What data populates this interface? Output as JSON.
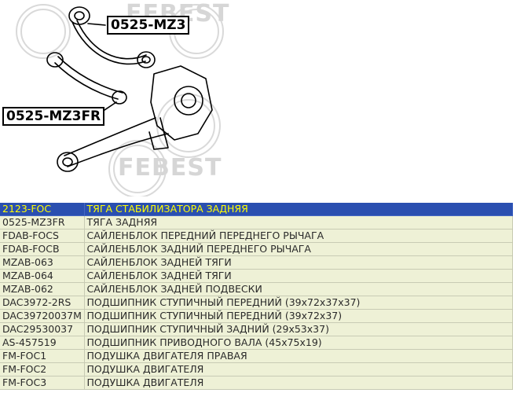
{
  "diagram": {
    "labels": {
      "main": "0525-MZ3",
      "front": "0525-MZ3FR"
    },
    "watermark_text": "FEBEST"
  },
  "parts": {
    "selected_index": 0,
    "rows": [
      {
        "code": "2123-FOC",
        "desc": "ТЯГА СТАБИЛИЗАТОРА ЗАДНЯЯ"
      },
      {
        "code": "0525-MZ3FR",
        "desc": "ТЯГА ЗАДНЯЯ"
      },
      {
        "code": "FDAB-FOCS",
        "desc": "САЙЛЕНБЛОК ПЕРЕДНИЙ ПЕРЕДНЕГО РЫЧАГА"
      },
      {
        "code": "FDAB-FOCB",
        "desc": "САЙЛЕНБЛОК ЗАДНИЙ ПЕРЕДНЕГО РЫЧАГА"
      },
      {
        "code": "MZAB-063",
        "desc": "САЙЛЕНБЛОК ЗАДНЕЙ ТЯГИ"
      },
      {
        "code": "MZAB-064",
        "desc": "САЙЛЕНБЛОК ЗАДНЕЙ ТЯГИ"
      },
      {
        "code": "MZAB-062",
        "desc": "САЙЛЕНБЛОК ЗАДНЕЙ ПОДВЕСКИ"
      },
      {
        "code": "DAC3972-2RS",
        "desc": "ПОДШИПНИК СТУПИЧНЫЙ ПЕРЕДНИЙ (39x72x37x37)"
      },
      {
        "code": "DAC39720037M",
        "desc": "ПОДШИПНИК СТУПИЧНЫЙ ПЕРЕДНИЙ (39x72x37)"
      },
      {
        "code": "DAC29530037",
        "desc": "ПОДШИПНИК СТУПИЧНЫЙ ЗАДНИЙ (29x53x37)"
      },
      {
        "code": "AS-457519",
        "desc": "ПОДШИПНИК ПРИВОДНОГО ВАЛА (45x75x19)"
      },
      {
        "code": "FM-FOC1",
        "desc": "ПОДУШКА ДВИГАТЕЛЯ ПРАВАЯ"
      },
      {
        "code": "FM-FOC2",
        "desc": "ПОДУШКА ДВИГАТЕЛЯ"
      },
      {
        "code": "FM-FOC3",
        "desc": "ПОДУШКА ДВИГАТЕЛЯ"
      }
    ]
  }
}
